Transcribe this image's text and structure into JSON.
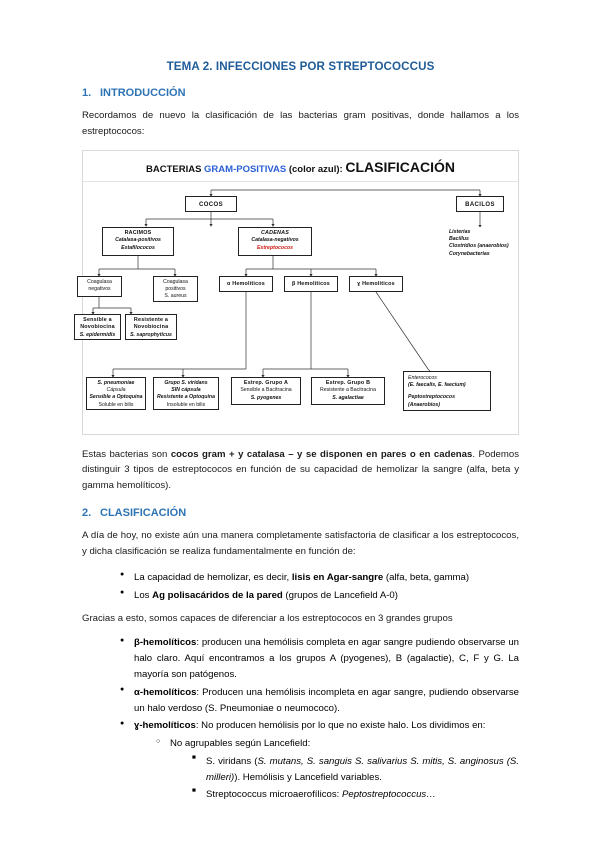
{
  "document": {
    "title": "TEMA 2. INFECCIONES POR STREPTOCOCCUS",
    "sections": [
      {
        "num": "1.",
        "label": "INTRODUCCIÓN"
      },
      {
        "num": "2.",
        "label": "CLASIFICACIÓN"
      }
    ],
    "intro_paragraph": "Recordamos de nuevo la clasificación de las bacterias gram positivas, donde hallamos a los estreptococos:",
    "after_figure_paragraph_1": "Estas bacterias son ",
    "after_figure_bold_1": "cocos gram + y catalasa – y se disponen en pares o en cadenas",
    "after_figure_paragraph_2": ". Podemos distinguir 3 tipos de estreptococos en función de su capacidad de hemolizar la sangre (alfa, beta y gamma hemolíticos).",
    "classification_intro": "A día de hoy, no existe aún una manera completamente satisfactoria de clasificar a los estreptococos, y dicha clasificación se realiza fundamentalmente en función de:",
    "criteria": [
      {
        "plain_1": "La capacidad de hemolizar, es decir, ",
        "bold": "lisis en Agar-sangre",
        "plain_2": " (alfa, beta, gamma)"
      },
      {
        "plain_1": "Los ",
        "bold": "Ag polisacáridos de la pared",
        "plain_2": " (grupos de Lancefield A-0)"
      }
    ],
    "groups_intro": "Gracias a esto, somos capaces de diferenciar a los estreptococos en 3 grandes grupos",
    "groups": [
      {
        "bold": "β-hemolíticos",
        "rest": ": producen una hemólisis completa en agar sangre pudiendo observarse un halo claro. Aquí encontramos a los grupos A (pyogenes), B (agalactie), C, F y G. La mayoría son patógenos."
      },
      {
        "bold": "α-hemolíticos",
        "rest": ": Producen una hemólisis incompleta en agar sangre, pudiendo observarse un halo verdoso (S. Pneumoniae o neumococo)."
      },
      {
        "bold": "ɣ-hemolíticos",
        "rest": ": No producen hemólisis por lo que no existe halo. Los dividimos en:"
      }
    ],
    "gamma_sub": {
      "label": "No agrupables según Lancefield:",
      "items": [
        {
          "plain_1": "S. viridans (",
          "italic": "S. mutans, S. sanguis S. salivarius S. mitis, S. anginosus (S. milleri)",
          "plain_2": "). Hemólisis y Lancefield variables."
        },
        {
          "plain_1": "Streptococcus microaerofílicos: ",
          "italic": "Peptostreptococcus…",
          "plain_2": ""
        }
      ]
    }
  },
  "figure": {
    "title_part_1": "BACTERIAS ",
    "title_part_2": "GRAM-POSITIVAS",
    "title_part_3": " (color azul): ",
    "title_part_4": "CLASIFICACIÓN",
    "accent_blue": "#2b60d6",
    "accent_red": "#d01a12",
    "nodes": {
      "cocos": "COCOS",
      "bacilos": "BACILOS",
      "racimos": {
        "l1": "RACIMOS",
        "l2": "Catalasa-positivos",
        "l3": "Estafilococos"
      },
      "cadenas": {
        "l1": "CADENAS",
        "l2": "Catalasa-negativos",
        "l3": "Estreptococos"
      },
      "bacilos_list": {
        "l1": "Listerias",
        "l2": "Bacillus",
        "l3": "Clostridios (anaerobios)",
        "l4": "Corynebacterias"
      },
      "coag_neg": {
        "l1": "Coagulasa",
        "l2": "negativos"
      },
      "coag_pos": {
        "l1": "Coagulasa",
        "l2": "positivos",
        "l3": "S. aureus"
      },
      "alfa": "α Hemolíticos",
      "beta": "β Hemolíticos",
      "gamma": "ɣ Hemolíticos",
      "sensible_novo": {
        "l1": "Sensible a",
        "l2": "Novobiocina",
        "l3": "S. epidermidis"
      },
      "resistente_novo": {
        "l1": "Resistente a",
        "l2": "Novobiocina",
        "l3": "S. saprophyticus"
      },
      "pneumoniae": {
        "l1": "S. pneumoniae",
        "l2": "Cápsula",
        "l3": "Sensible a Optoquina",
        "l4": "Soluble en bilis"
      },
      "viridans": {
        "l1": "Grupo S. viridans",
        "l2": "SIN cápsula",
        "l3": "Resistente a Optoquina",
        "l4": "Insoluble en bilis"
      },
      "grupo_a": {
        "l1": "Estrep. Grupo A",
        "l2": "Sensible a Bacitracina",
        "l3": "S. pyogenes"
      },
      "grupo_b": {
        "l1": "Estrep. Grupo B",
        "l2": "Resistente a Bacitracina",
        "l3": "S. agalactiae"
      },
      "enterococos": {
        "l1": "Enterococos",
        "l2": "(E. faecalis, E. faecium)",
        "l3": "Peptostreptococos",
        "l4": "(Anaerobios)"
      }
    }
  }
}
